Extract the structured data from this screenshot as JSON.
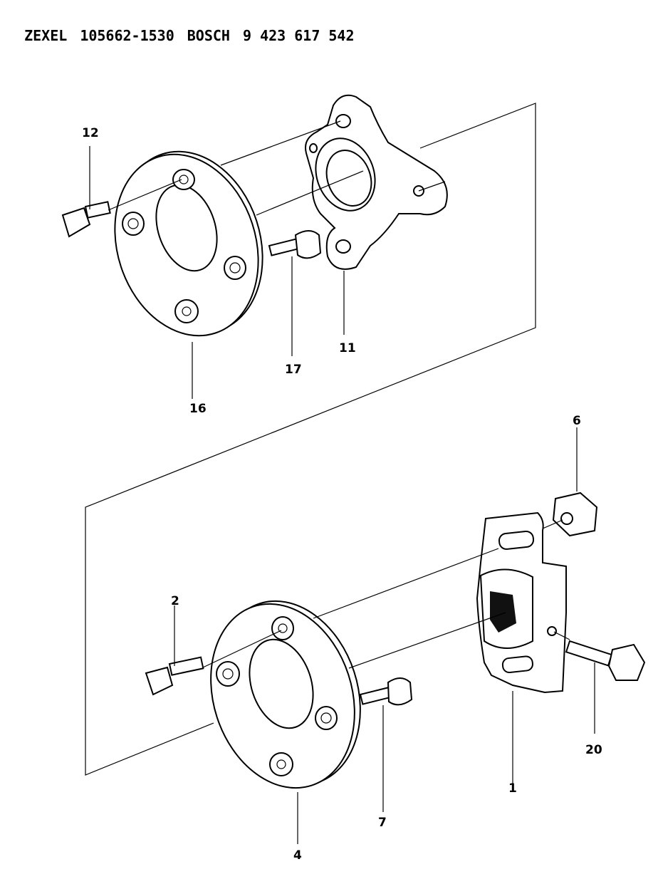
{
  "header": {
    "brand1": "ZEXEL",
    "part1": "105662-1530",
    "brand2": "BOSCH",
    "part2": "9 423 617 542"
  },
  "callouts": {
    "c12": "12",
    "c16": "16",
    "c17": "17",
    "c11": "11",
    "c6": "6",
    "c2": "2",
    "c4": "4",
    "c7": "7",
    "c1": "1",
    "c20": "20"
  }
}
